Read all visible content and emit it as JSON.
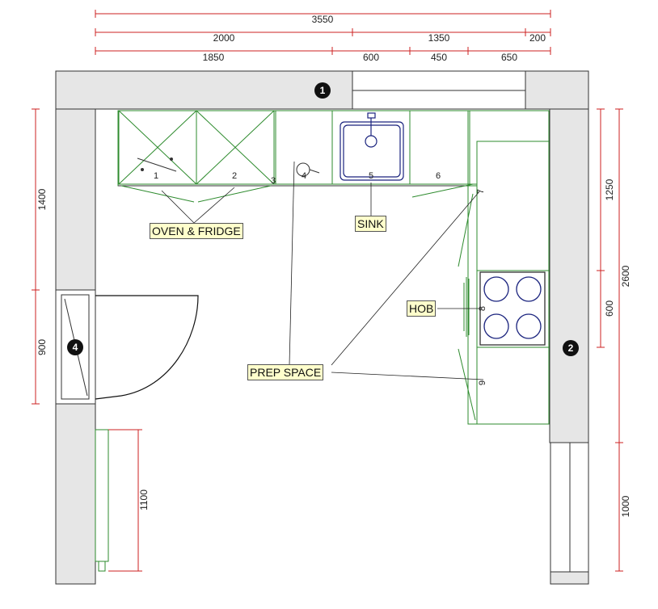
{
  "dimensions": {
    "top_total": "3550",
    "top_row2": [
      "2000",
      "1350",
      "200"
    ],
    "top_row3": [
      "1850",
      "600",
      "450",
      "650"
    ],
    "left": [
      "1400",
      "900"
    ],
    "left_lower": "1100",
    "right_inner": [
      "1250",
      "600"
    ],
    "right_outer": [
      "2600",
      "1000"
    ]
  },
  "units": [
    "1",
    "2",
    "3",
    "4",
    "5",
    "6",
    "7",
    "8",
    "9"
  ],
  "labels": {
    "oven_fridge": "OVEN & FRIDGE",
    "sink": "SINK",
    "hob": "HOB",
    "prep_space": "PREP SPACE"
  },
  "markers": [
    "1",
    "2",
    "4"
  ],
  "colors": {
    "wall_fill": "#e6e6e6",
    "cabinet_line": "#2e8b2e",
    "dimension_line": "#cc2222",
    "appliance_line": "#1a237e",
    "label_bg": "#ffffcc"
  }
}
